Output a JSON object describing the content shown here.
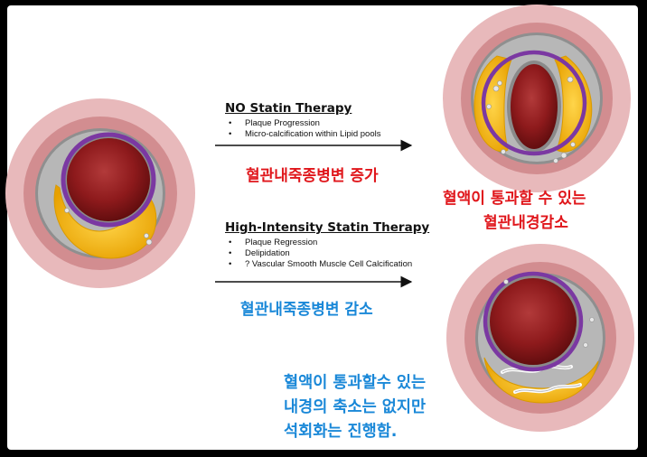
{
  "no_statin": {
    "title": "NO Statin Therapy",
    "bullets": [
      "Plaque Progression",
      "Micro-calcification within Lipid pools"
    ],
    "result": "혈관내죽종병변 증가"
  },
  "high_statin": {
    "title": "High-Intensity Statin Therapy",
    "bullets": [
      "Plaque Regression",
      "Delipidation",
      "? Vascular Smooth Muscle Cell Calcification"
    ],
    "result": "혈관내죽종병변 감소"
  },
  "note_top": {
    "line1": "혈액이 통과할 수 있는",
    "line2": "혈관내경감소"
  },
  "note_bottom": {
    "line1": "혈액이 통과할수 있는",
    "line2": "내경의 축소는 없지만",
    "line3": "석회화는 진행함."
  },
  "colors": {
    "adventitia": "#e8b9bb",
    "media": "#d28d90",
    "intima": "#8a8a8a",
    "plaque": "#f1b400",
    "lumen": "#8e1a1c",
    "lumen_ring": "#7b38a2",
    "text_red": "#e0161b",
    "text_blue": "#1a88d8"
  }
}
